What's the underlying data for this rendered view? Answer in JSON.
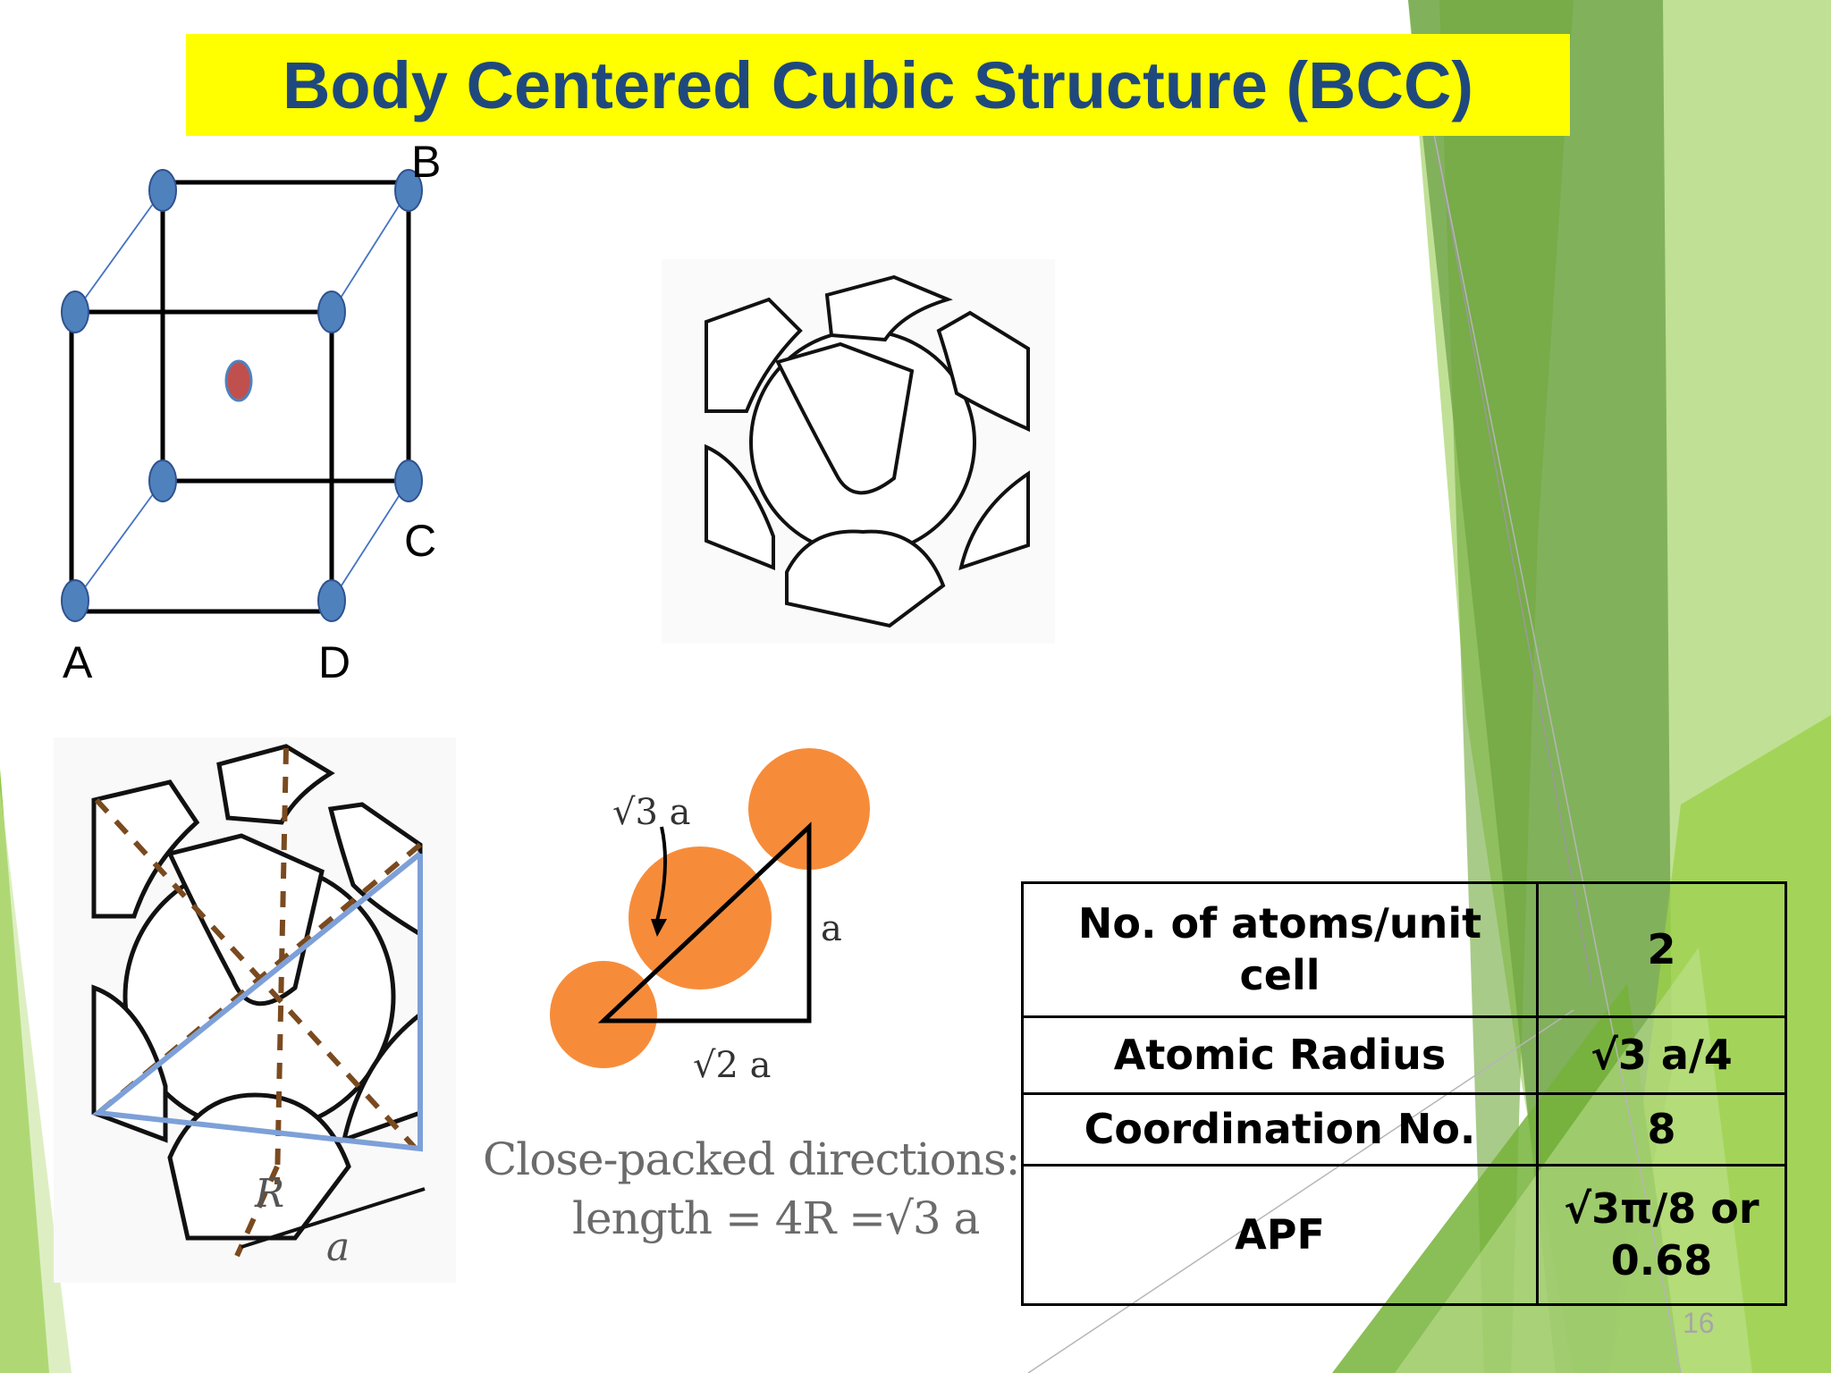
{
  "slide": {
    "title": "Body Centered Cubic Structure (BCC)",
    "page_number": "16"
  },
  "lattice_diagram": {
    "labels": {
      "a": "A",
      "b": "B",
      "c": "C",
      "d": "D"
    },
    "corner_atom_color": "#4f81bd",
    "center_atom_color": "#c0504d"
  },
  "close_packed_figure": {
    "sqrt3a_label": "√3 a",
    "a_label": "a",
    "sqrt2a_label": "√2 a",
    "caption_line1": "Close-packed directions:",
    "caption_line2": "length = 4R =√3 a",
    "atom_color": "#f68c3a"
  },
  "cell_figure": {
    "r_label": "R",
    "a_label": "a"
  },
  "properties_table": {
    "rows": [
      {
        "label": "No. of atoms/unit cell",
        "value": "2"
      },
      {
        "label": "Atomic Radius",
        "value": "√3 a/4"
      },
      {
        "label": "Coordination No.",
        "value": "8"
      },
      {
        "label": "APF",
        "value": "√3π/8 or 0.68"
      }
    ]
  },
  "theme_colors": {
    "title_bg": "#ffff00",
    "title_text": "#1f497d",
    "accent_green": "#8dc63f"
  }
}
